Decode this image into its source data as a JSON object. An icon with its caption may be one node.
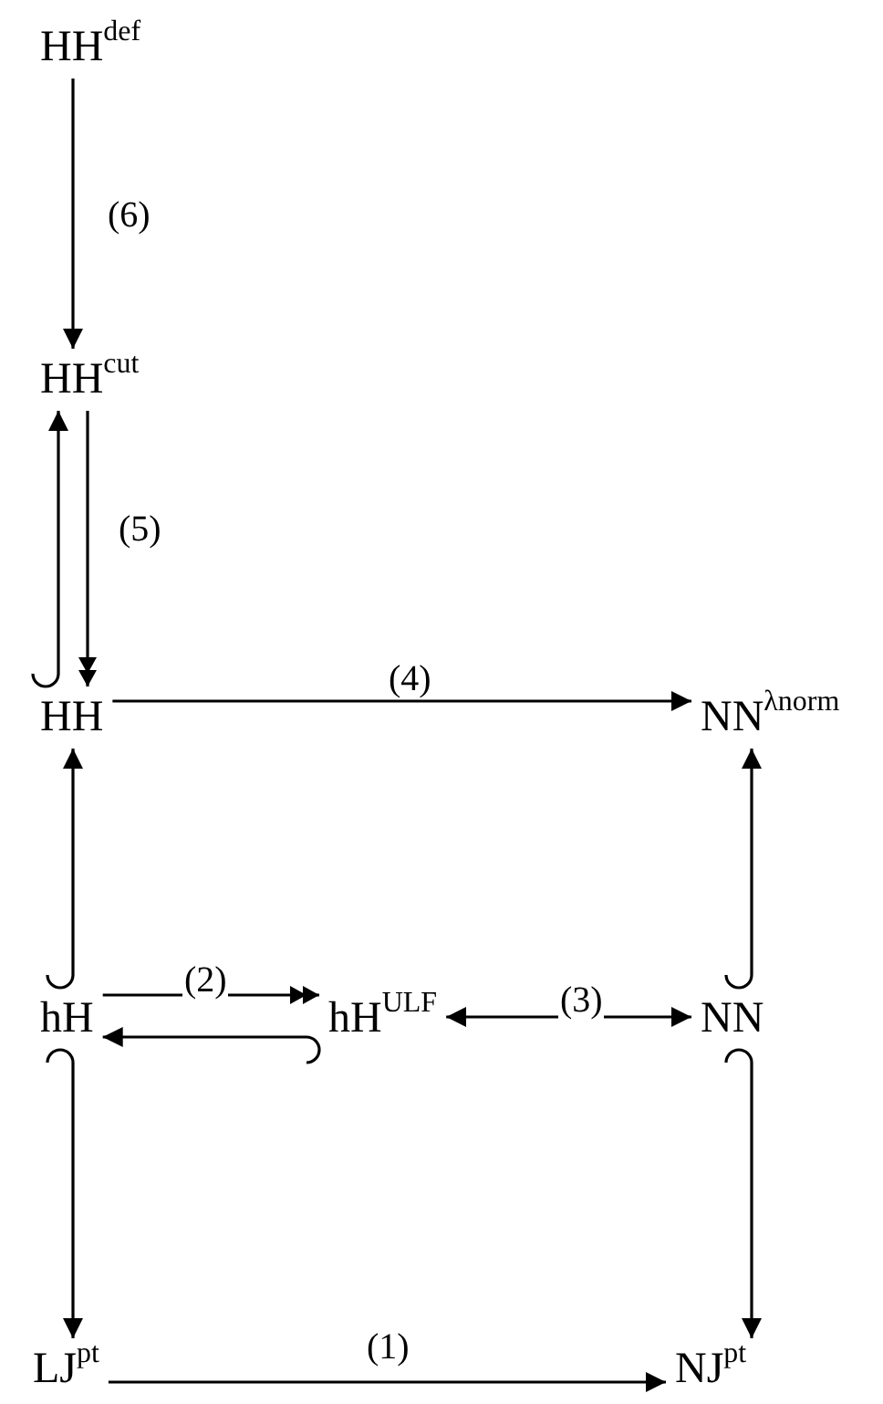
{
  "diagram": {
    "nodes": [
      {
        "text": [
          "HH$^{def}$"
        ]
      },
      {
        "text": [
          "HH$^{cut}$"
        ]
      },
      {
        "text": [
          "HH"
        ]
      },
      {
        "text": [
          "NN$^{λnorm}$"
        ]
      },
      {
        "text": [
          "hH"
        ]
      },
      {
        "text": [
          "hH$^{ULF}$"
        ]
      },
      {
        "text": [
          "NN"
        ]
      },
      {
        "text": [
          "LJ$^{pt}$"
        ]
      },
      {
        "text": [
          "NJ$^{pt}$"
        ]
      }
    ],
    "edges": [
      {
        "from": 0,
        "to": 1,
        "arrow": "to",
        "label": "(6)"
      },
      {
        "from": 1,
        "to": 2,
        "arrow": "to",
        "label": "(5)"
      },
      {
        "from": 2,
        "to": 1,
        "arrow": "to"
      },
      {
        "from": 2,
        "to": 3,
        "arrow": "to",
        "label": "(4)"
      },
      {
        "from": 4,
        "to": 2,
        "arrow": "to"
      },
      {
        "from": 4,
        "to": 5,
        "arrow": "to",
        "label": "(2)"
      },
      {
        "from": 5,
        "to": 4,
        "arrow": "to"
      },
      {
        "from": 5,
        "to": 6,
        "arrow": "both",
        "label": "(3)"
      },
      {
        "from": 6,
        "to": 3,
        "arrow": "to"
      },
      {
        "from": 4,
        "to": 7,
        "arrow": "to"
      },
      {
        "from": 6,
        "to": 8,
        "arrow": "to"
      },
      {
        "from": 7,
        "to": 8,
        "arrow": "to",
        "label": "(1)"
      }
    ]
  }
}
